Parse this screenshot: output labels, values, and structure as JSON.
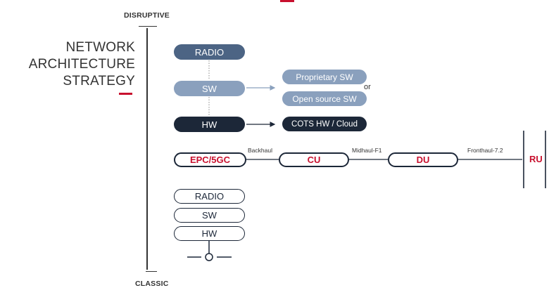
{
  "axis": {
    "top_label": "DISRUPTIVE",
    "bottom_label": "CLASSIC"
  },
  "title": {
    "line1": "NETWORK",
    "line2": "ARCHITECTURE",
    "line3": "STRATEGY"
  },
  "disruptive_stack": {
    "radio": "RADIO",
    "sw": "SW",
    "hw": "HW",
    "proprietary_sw": "Proprietary SW",
    "open_source_sw": "Open source SW",
    "or": "or",
    "cots": "COTS HW / Cloud"
  },
  "chain": {
    "epc": "EPC/5GC",
    "backhaul": "Backhaul",
    "cu": "CU",
    "midhaul": "Midhaul-F1",
    "du": "DU",
    "fronthaul": "Fronthaul-7.2",
    "ru": "RU"
  },
  "classic_stack": {
    "radio": "RADIO",
    "sw": "SW",
    "hw": "HW"
  },
  "colors": {
    "accent": "#c8102e",
    "navy": "#1c2738",
    "slate": "#4c6484",
    "light_slate": "#8aa0bd"
  }
}
